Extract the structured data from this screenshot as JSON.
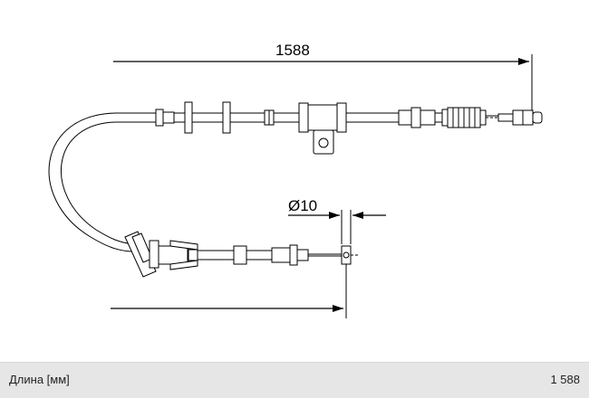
{
  "drawing": {
    "length_dimension": "1588",
    "diameter_dimension": "Ø10"
  },
  "spec": {
    "label": "Длина [мм]",
    "value": "1 588"
  }
}
